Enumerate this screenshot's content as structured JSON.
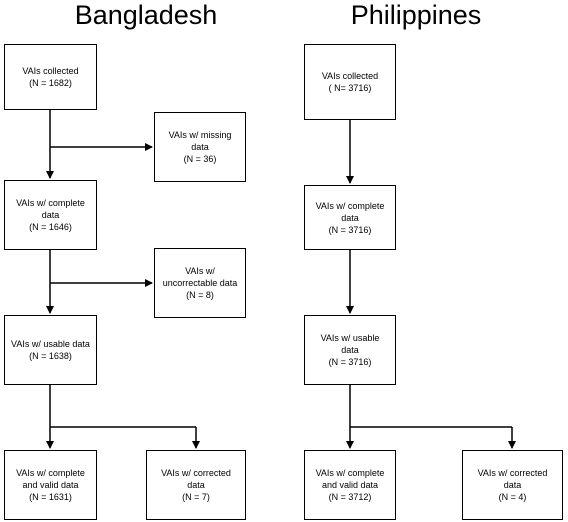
{
  "columns": [
    {
      "title": "Bangladesh",
      "main": [
        {
          "label": "VAIs collected",
          "count": "(N = 1682)"
        },
        {
          "label": "VAIs w/ complete data",
          "count": "(N = 1646)"
        },
        {
          "label": "VAIs w/ usable data",
          "count": "(N = 1638)"
        },
        {
          "label": "VAIs w/ complete and valid data",
          "count": "(N = 1631)"
        }
      ],
      "side": [
        {
          "label": "VAIs w/ missing data",
          "count": "(N = 36)"
        },
        {
          "label": "VAIs w/ uncorrectable data",
          "count": "(N = 8)"
        },
        {
          "label": "VAIs w/ corrected data",
          "count": "(N = 7)"
        }
      ]
    },
    {
      "title": "Philippines",
      "main": [
        {
          "label": "VAIs collected",
          "count": "( N= 3716)"
        },
        {
          "label": "VAIs w/ complete data",
          "count": "(N = 3716)"
        },
        {
          "label": "VAIs w/ usable data",
          "count": "(N = 3716)"
        },
        {
          "label": "VAIs w/ complete and valid data",
          "count": "(N = 3712)"
        }
      ],
      "side": [
        {
          "label": "VAIs w/ corrected data",
          "count": "(N = 4)"
        }
      ]
    }
  ]
}
